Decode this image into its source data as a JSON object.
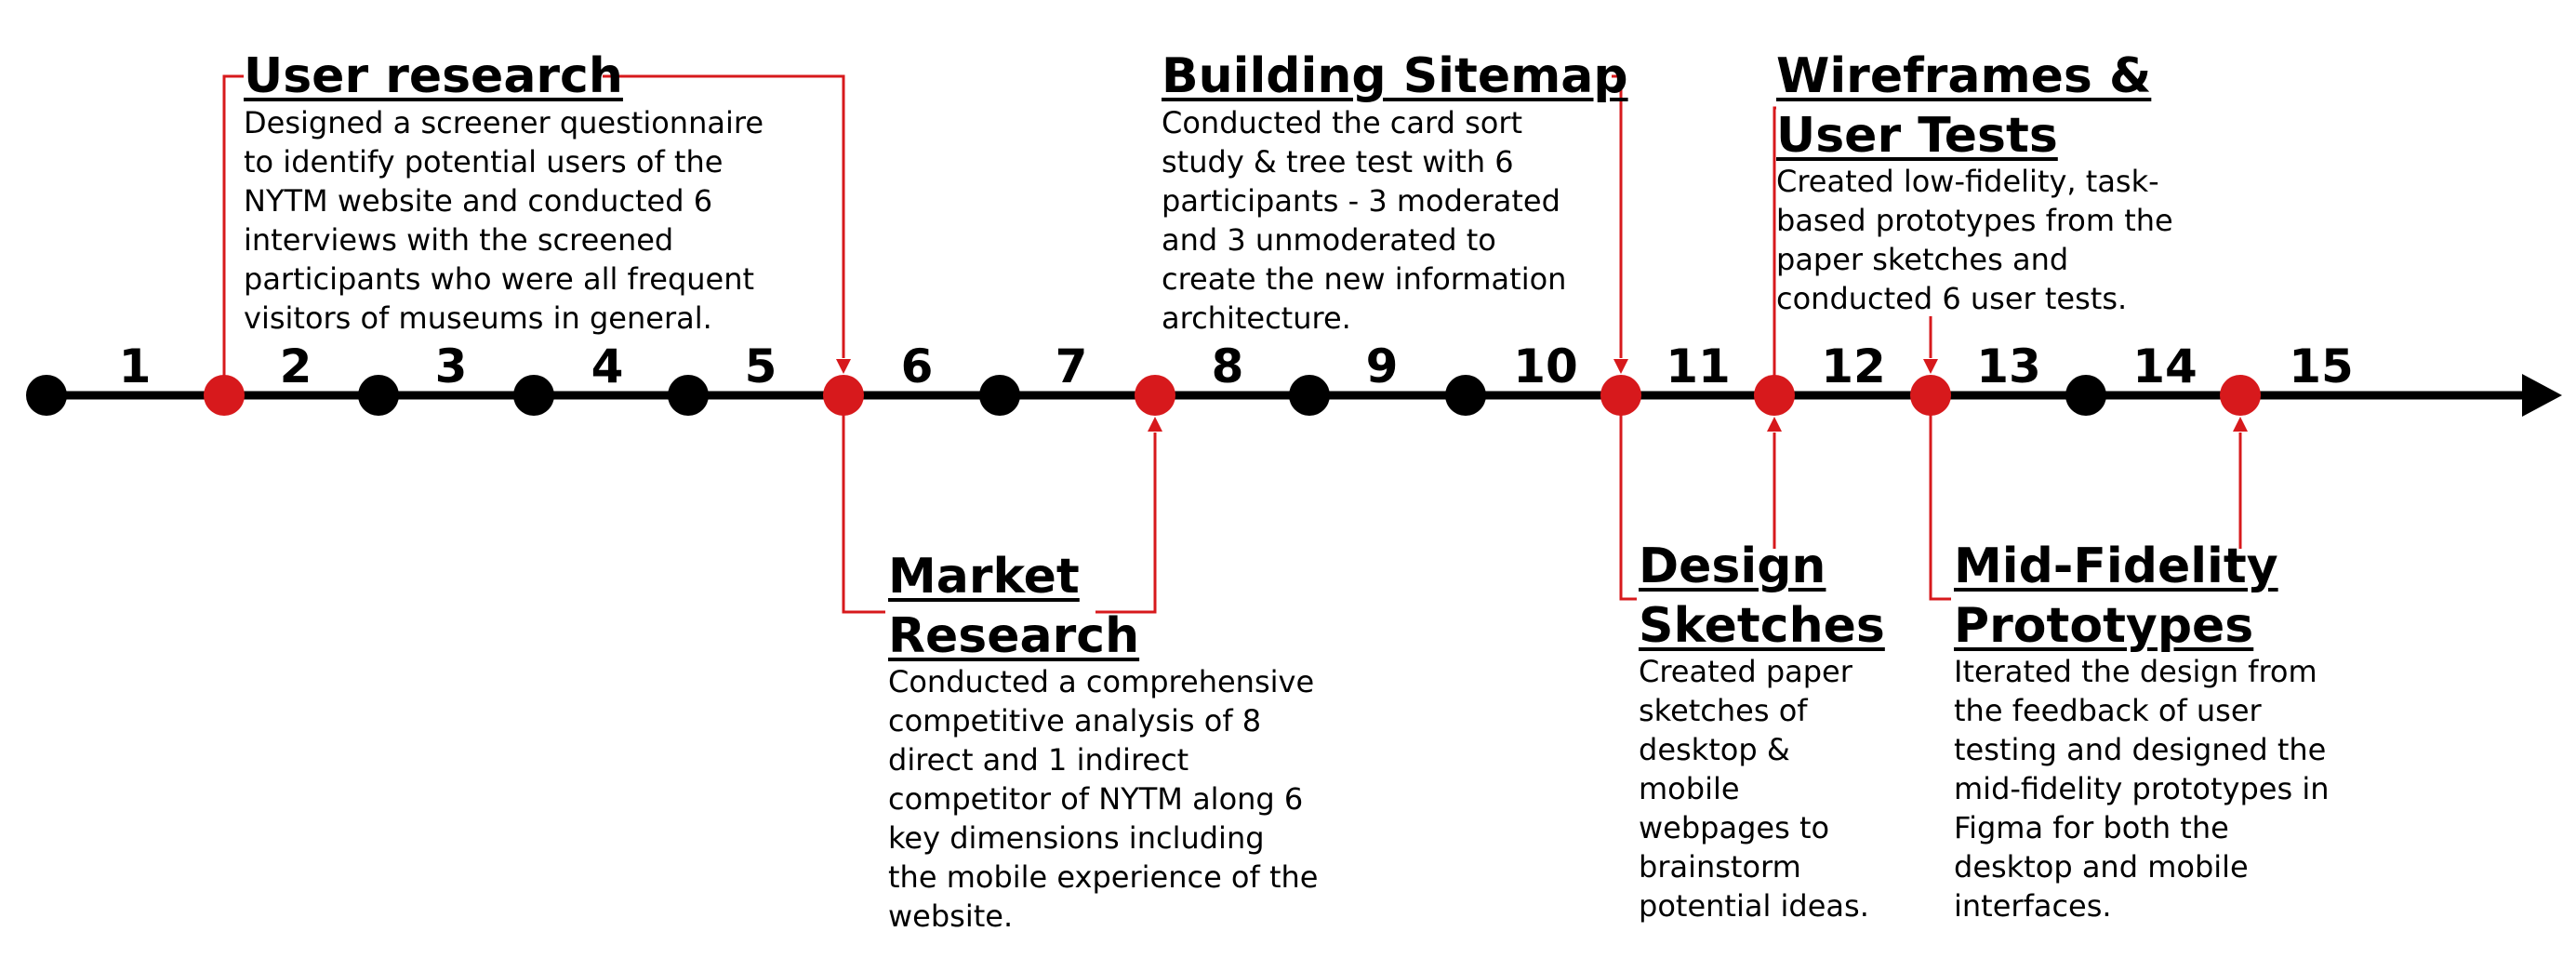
{
  "timeline": {
    "numbers": [
      "1",
      "2",
      "3",
      "4",
      "5",
      "6",
      "7",
      "8",
      "9",
      "10",
      "11",
      "12",
      "13",
      "14",
      "15"
    ],
    "colors": {
      "axis": "#000000",
      "milestone": "#d7191c",
      "marker": "#000000",
      "connector": "#d7191c"
    }
  },
  "milestones": [
    {
      "title": [
        "User research"
      ],
      "desc": [
        "Designed a screener questionnaire",
        "to identify potential users of the",
        "NYTM website and conducted 6",
        "interviews with the screened",
        "participants who were all frequent",
        "visitors of museums in general."
      ]
    },
    {
      "title": [
        "Building Sitemap"
      ],
      "desc": [
        "Conducted the card sort",
        "study & tree test with 6",
        "participants - 3 moderated",
        "and 3 unmoderated to",
        "create the new information",
        "architecture."
      ]
    },
    {
      "title": [
        "Wireframes &",
        "User Tests"
      ],
      "desc": [
        "Created low-fidelity, task-",
        "based prototypes from the",
        "paper sketches and",
        "conducted 6 user tests."
      ]
    },
    {
      "title": [
        "Market",
        "Research"
      ],
      "desc": [
        "Conducted a comprehensive",
        "competitive analysis of 8",
        "direct and 1 indirect",
        "competitor of NYTM along 6",
        "key dimensions including",
        "the mobile experience of the",
        "website."
      ]
    },
    {
      "title": [
        "Design",
        "Sketches"
      ],
      "desc": [
        "Created paper",
        "sketches of",
        "desktop &",
        "mobile",
        "webpages to",
        "brainstorm",
        "potential ideas."
      ]
    },
    {
      "title": [
        "Mid-Fidelity",
        "Prototypes"
      ],
      "desc": [
        "Iterated the design from",
        "the feedback of user",
        "testing and designed the",
        "mid-fidelity prototypes in",
        "Figma for both the",
        "desktop and mobile",
        "interfaces."
      ]
    }
  ]
}
